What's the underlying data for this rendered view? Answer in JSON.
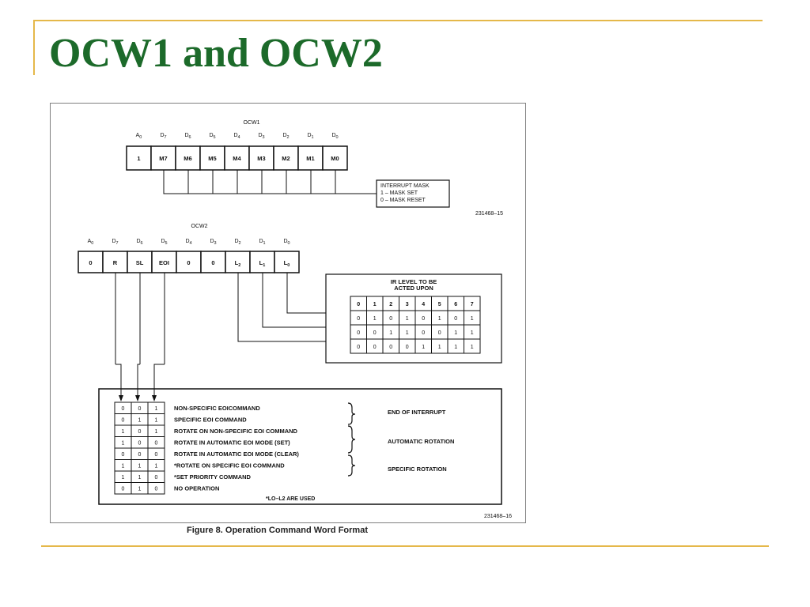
{
  "title": "OCW1 and OCW2",
  "caption": "Figure 8. Operation Command Word Format",
  "ocw1": {
    "name": "OCW1",
    "bit_labels": [
      "A0",
      "D7",
      "D6",
      "D5",
      "D4",
      "D3",
      "D2",
      "D1",
      "D0"
    ],
    "cells": [
      "1",
      "M7",
      "M6",
      "M5",
      "M4",
      "M3",
      "M2",
      "M1",
      "M0"
    ],
    "mask_box": [
      "INTERRUPT MASK",
      "1 – MASK SET",
      "0 – MASK RESET"
    ],
    "fig_no": "231468–15"
  },
  "ocw2": {
    "name": "OCW2",
    "bit_labels": [
      "A0",
      "D7",
      "D6",
      "D5",
      "D4",
      "D3",
      "D2",
      "D1",
      "D0"
    ],
    "cells": [
      "0",
      "R",
      "SL",
      "EOI",
      "0",
      "0",
      "L2",
      "L1",
      "L0"
    ],
    "ir_title": [
      "IR LEVEL TO BE",
      "ACTED UPON"
    ],
    "ir_table": [
      [
        "0",
        "1",
        "2",
        "3",
        "4",
        "5",
        "6",
        "7"
      ],
      [
        "0",
        "1",
        "0",
        "1",
        "0",
        "1",
        "0",
        "1"
      ],
      [
        "0",
        "0",
        "1",
        "1",
        "0",
        "0",
        "1",
        "1"
      ],
      [
        "0",
        "0",
        "0",
        "0",
        "1",
        "1",
        "1",
        "1"
      ]
    ],
    "cmd_bits": [
      [
        "0",
        "0",
        "1"
      ],
      [
        "0",
        "1",
        "1"
      ],
      [
        "1",
        "0",
        "1"
      ],
      [
        "1",
        "0",
        "0"
      ],
      [
        "0",
        "0",
        "0"
      ],
      [
        "1",
        "1",
        "1"
      ],
      [
        "1",
        "1",
        "0"
      ],
      [
        "0",
        "1",
        "0"
      ]
    ],
    "cmd_labels": [
      "NON-SPECIFIC EOICOMMAND",
      "SPECIFIC EOI COMMAND",
      "ROTATE ON NON-SPECIFIC EOI COMMAND",
      "ROTATE IN AUTOMATIC EOI MODE (SET)",
      "ROTATE IN AUTOMATIC EOI MODE (CLEAR)",
      "*ROTATE ON SPECIFIC EOI COMMAND",
      "*SET PRIORITY COMMAND",
      "NO OPERATION"
    ],
    "groups": [
      "END OF INTERRUPT",
      "AUTOMATIC ROTATION",
      "SPECIFIC ROTATION"
    ],
    "footnote": "*LO–L2 ARE USED",
    "fig_no": "231468–16"
  }
}
